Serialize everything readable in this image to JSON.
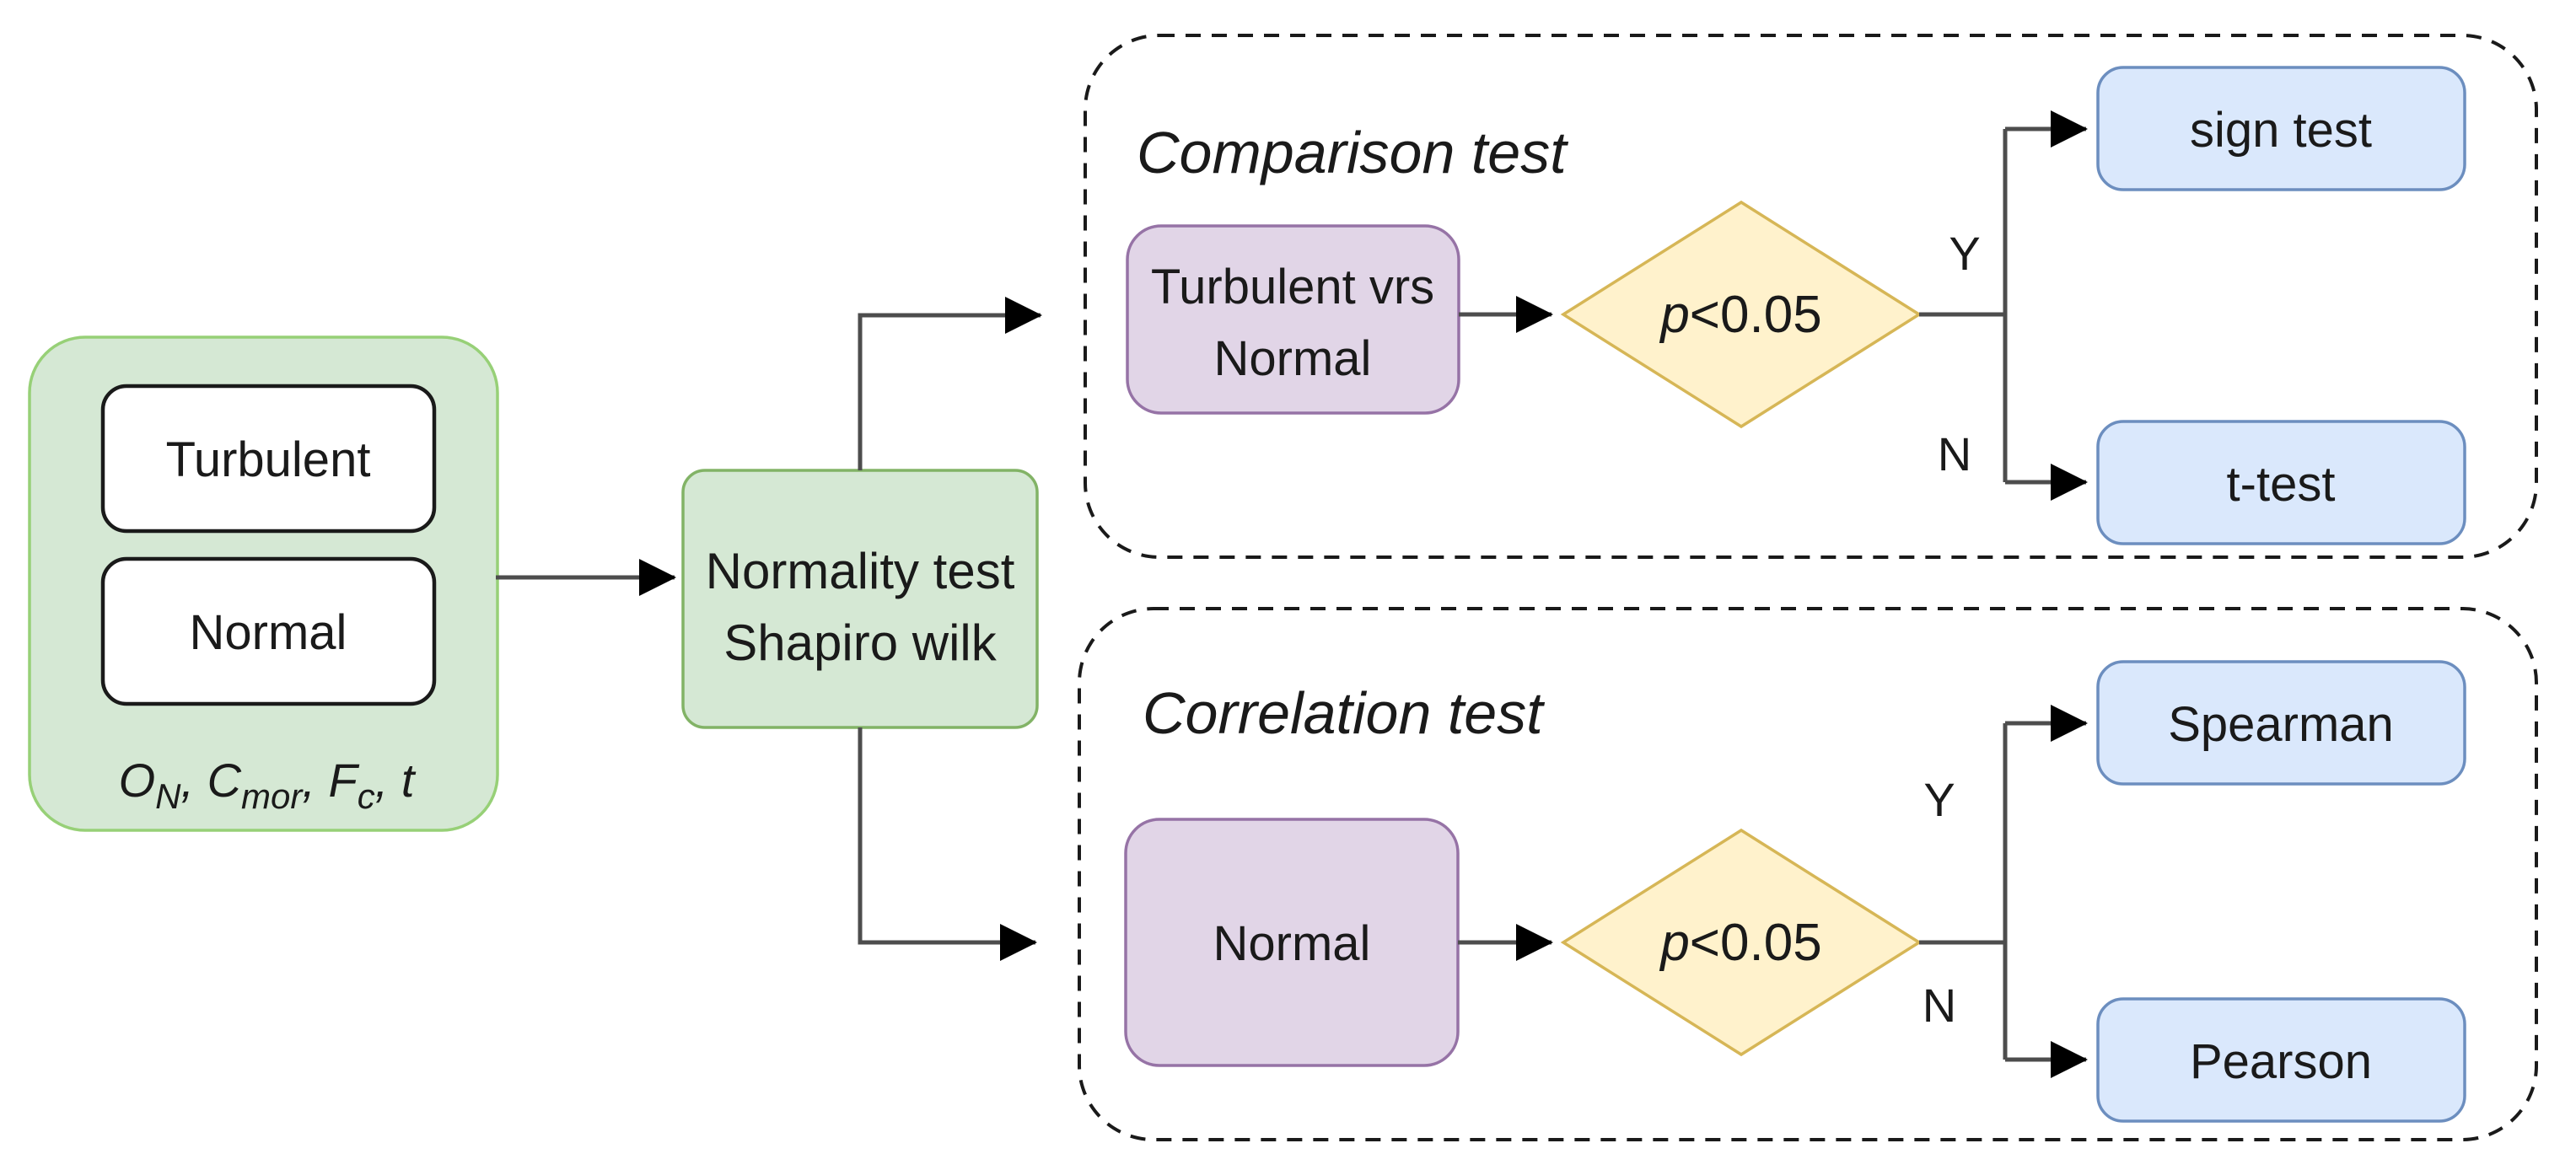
{
  "palette": {
    "container_green_fill": "#d5e8d4",
    "container_green_stroke": "#97d077",
    "node_green_fill": "#d5e8d4",
    "node_green_stroke": "#82b366",
    "white_fill": "#ffffff",
    "white_stroke": "#1a1a1a",
    "purple_fill": "#e1d5e7",
    "purple_stroke": "#9673a6",
    "yellow_fill": "#fff2cc",
    "yellow_stroke": "#d6b656",
    "blue_fill": "#dae8fc",
    "blue_stroke": "#6c8ebf",
    "connector": "#4d4d4d",
    "arrowhead": "#000000",
    "dashed_border": "#1a1a1a",
    "text": "#1a1a1a"
  },
  "dataset": {
    "items": [
      {
        "label": "Turbulent"
      },
      {
        "label": "Normal"
      }
    ],
    "variables": {
      "v1": "O",
      "v1_sub": "N",
      "sep1": ", ",
      "v2": "C",
      "v2_sub": "mor",
      "sep2": ", ",
      "v3": "F",
      "v3_sub": "c",
      "sep3": ", ",
      "v4": "t"
    }
  },
  "normality": {
    "line1": "Normality test",
    "line2": "Shapiro wilk"
  },
  "comparison": {
    "title": "Comparison test",
    "input_line1": "Turbulent vrs",
    "input_line2": "Normal",
    "decision_var": "p",
    "decision_cond": "<0.05",
    "yes": "Y",
    "no": "N",
    "yes_result": "sign test",
    "no_result": "t-test"
  },
  "correlation": {
    "title": "Correlation test",
    "input_line1": "Normal",
    "decision_var": "p",
    "decision_cond": "<0.05",
    "yes": "Y",
    "no": "N",
    "yes_result": "Spearman",
    "no_result": "Pearson"
  }
}
